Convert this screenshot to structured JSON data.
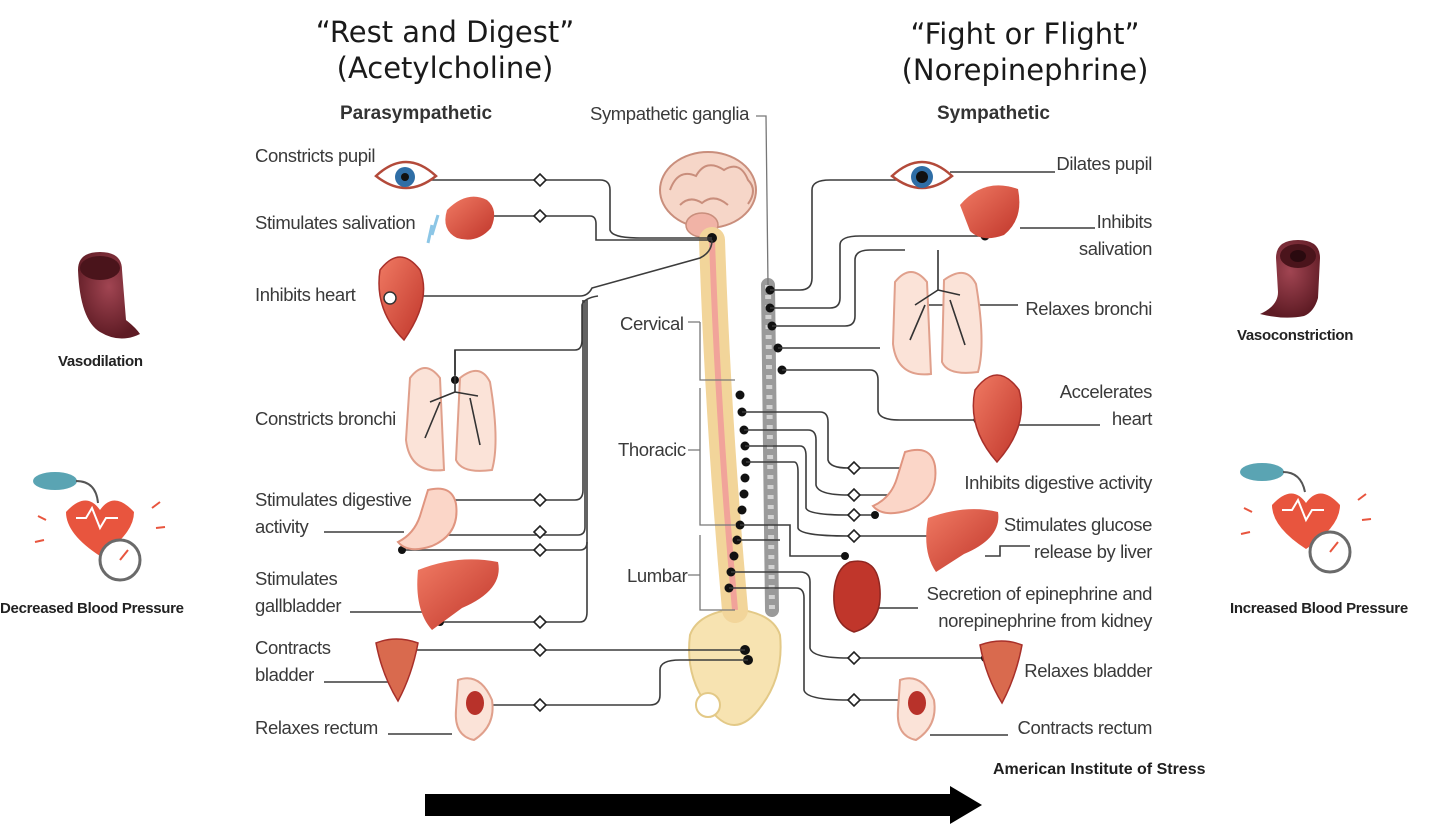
{
  "left_heading": {
    "line1": "“Rest and Digest”",
    "line2": "(Acetylcholine)"
  },
  "right_heading": {
    "line1": "“Fight or Flight”",
    "line2": "(Norepinephrine)"
  },
  "parasympathetic_label": "Parasympathetic",
  "sympathetic_label": "Sympathetic",
  "ganglia_label": "Sympathetic ganglia",
  "spine_regions": {
    "cervical": "Cervical",
    "thoracic": "Thoracic",
    "lumbar": "Lumbar"
  },
  "left_effects": {
    "pupil": "Constricts pupil",
    "salivation": "Stimulates salivation",
    "heart": "Inhibits heart",
    "bronchi": "Constricts bronchi",
    "digestive_1": "Stimulates digestive",
    "digestive_2": "activity",
    "gallbladder_1": "Stimulates",
    "gallbladder_2": "gallbladder",
    "bladder_1": "Contracts",
    "bladder_2": "bladder",
    "rectum": "Relaxes rectum"
  },
  "right_effects": {
    "pupil": "Dilates pupil",
    "salivation_1": "Inhibits",
    "salivation_2": "salivation",
    "bronchi": "Relaxes bronchi",
    "heart_1": "Accelerates",
    "heart_2": "heart",
    "digestive": "Inhibits digestive activity",
    "glucose_1": "Stimulates glucose",
    "glucose_2": "release by liver",
    "kidney_1": "Secretion of epinephrine and",
    "kidney_2": "norepinephrine from kidney",
    "bladder": "Relaxes bladder",
    "rectum": "Contracts rectum"
  },
  "far_left": {
    "vessel": "Vasodilation",
    "pressure": "Decreased Blood Pressure"
  },
  "far_right": {
    "vessel": "Vasoconstriction",
    "pressure": "Increased Blood Pressure"
  },
  "credit": "American Institute of Stress",
  "colors": {
    "organ": "#e0533f",
    "organ_dark": "#b8322a",
    "spine": "#f2d59a",
    "nerve": "#f0a7a0",
    "vessel": "#7a2a33",
    "line": "#3c3c3c",
    "cuff": "#5aa4b3",
    "arrow": "#000000"
  }
}
